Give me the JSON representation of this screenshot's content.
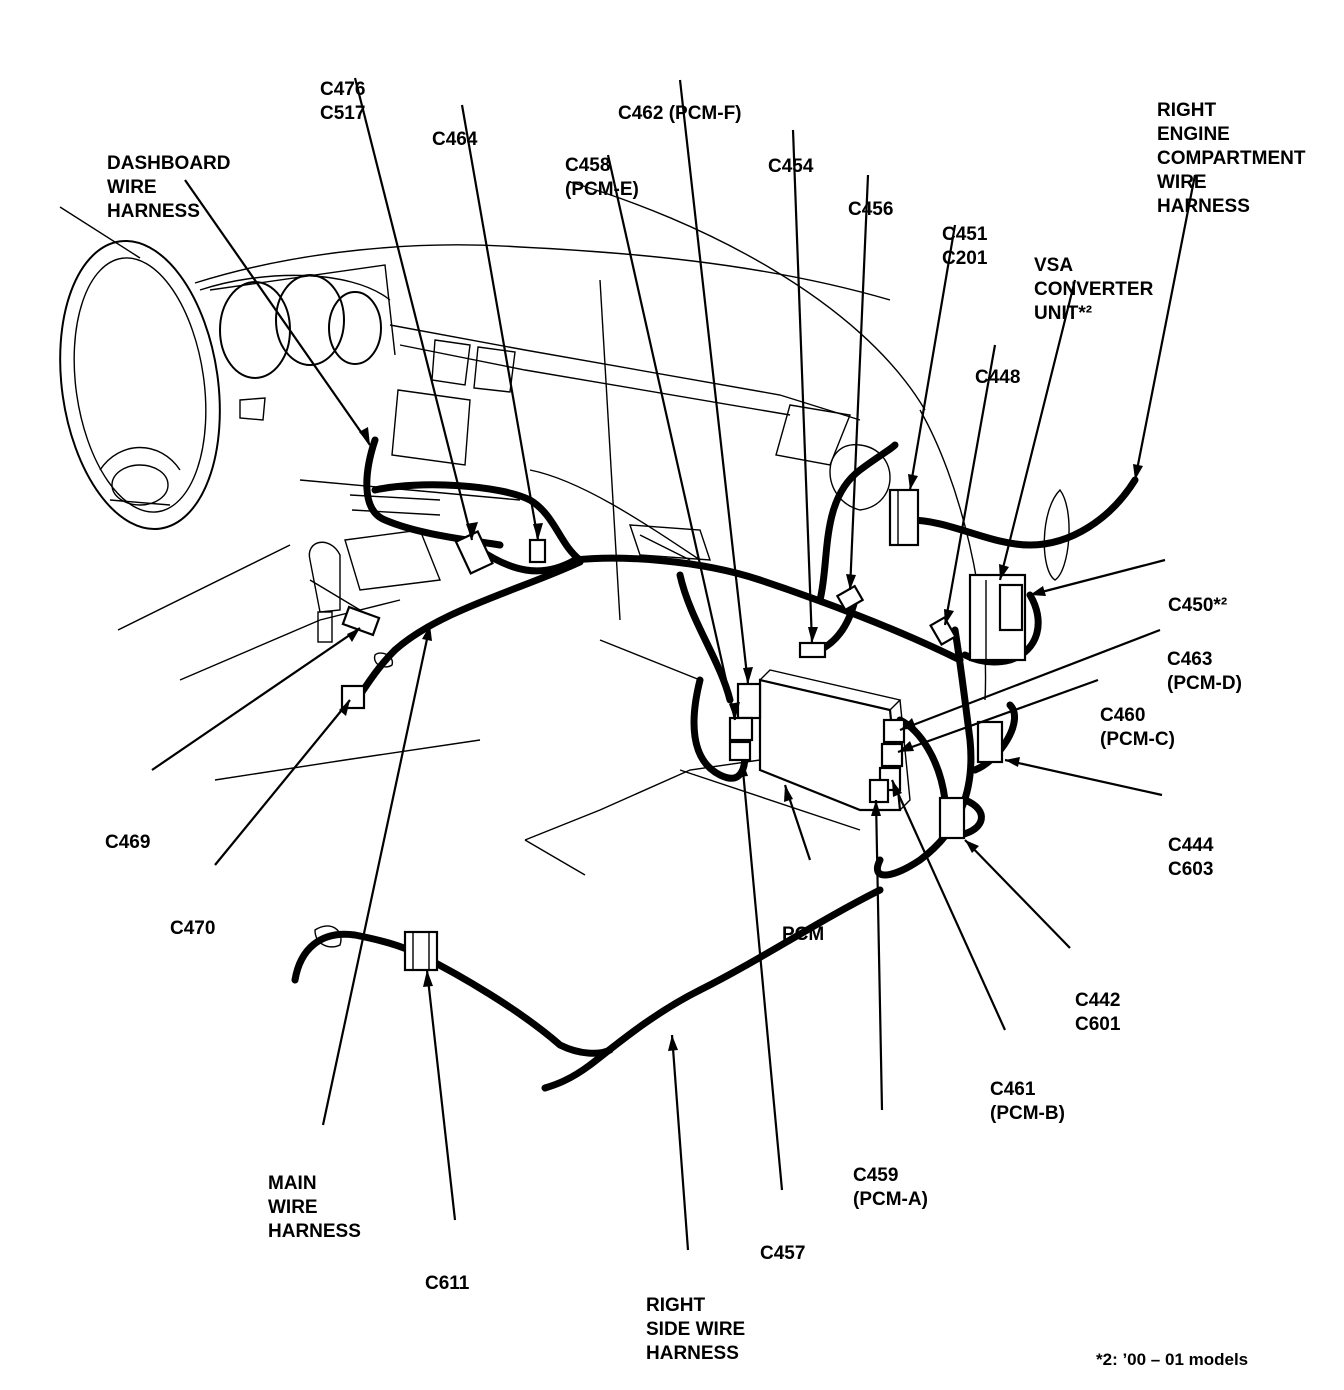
{
  "labels": {
    "c476": [
      "C476",
      "C517"
    ],
    "dashboard": [
      "DASHBOARD",
      "WIRE",
      "HARNESS"
    ],
    "c464": [
      "C464"
    ],
    "c462": [
      "C462 (PCM-F)"
    ],
    "c458": [
      "C458",
      "(PCM-E)"
    ],
    "c454": [
      "C454"
    ],
    "c456": [
      "C456"
    ],
    "c451": [
      "C451",
      "C201"
    ],
    "vsa": [
      "VSA",
      "CONVERTER",
      "UNIT*²"
    ],
    "right_engine": [
      "RIGHT",
      "ENGINE",
      "COMPARTMENT",
      "WIRE",
      "HARNESS"
    ],
    "c448": [
      "C448"
    ],
    "c450": [
      "C450*²"
    ],
    "c463": [
      "C463",
      "(PCM-D)"
    ],
    "c460": [
      "C460",
      "(PCM-C)"
    ],
    "c444": [
      "C444",
      "C603"
    ],
    "c442": [
      "C442",
      "C601"
    ],
    "c461": [
      "C461",
      "(PCM-B)"
    ],
    "c459": [
      "C459",
      "(PCM-A)"
    ],
    "c457": [
      "C457"
    ],
    "pcm": [
      "PCM"
    ],
    "right_side": [
      "RIGHT",
      "SIDE WIRE",
      "HARNESS"
    ],
    "c611": [
      "C611"
    ],
    "main": [
      "MAIN",
      "WIRE",
      "HARNESS"
    ],
    "c470": [
      "C470"
    ],
    "c469": [
      "C469"
    ]
  },
  "footnote": "*2: ’00 – 01 models"
}
